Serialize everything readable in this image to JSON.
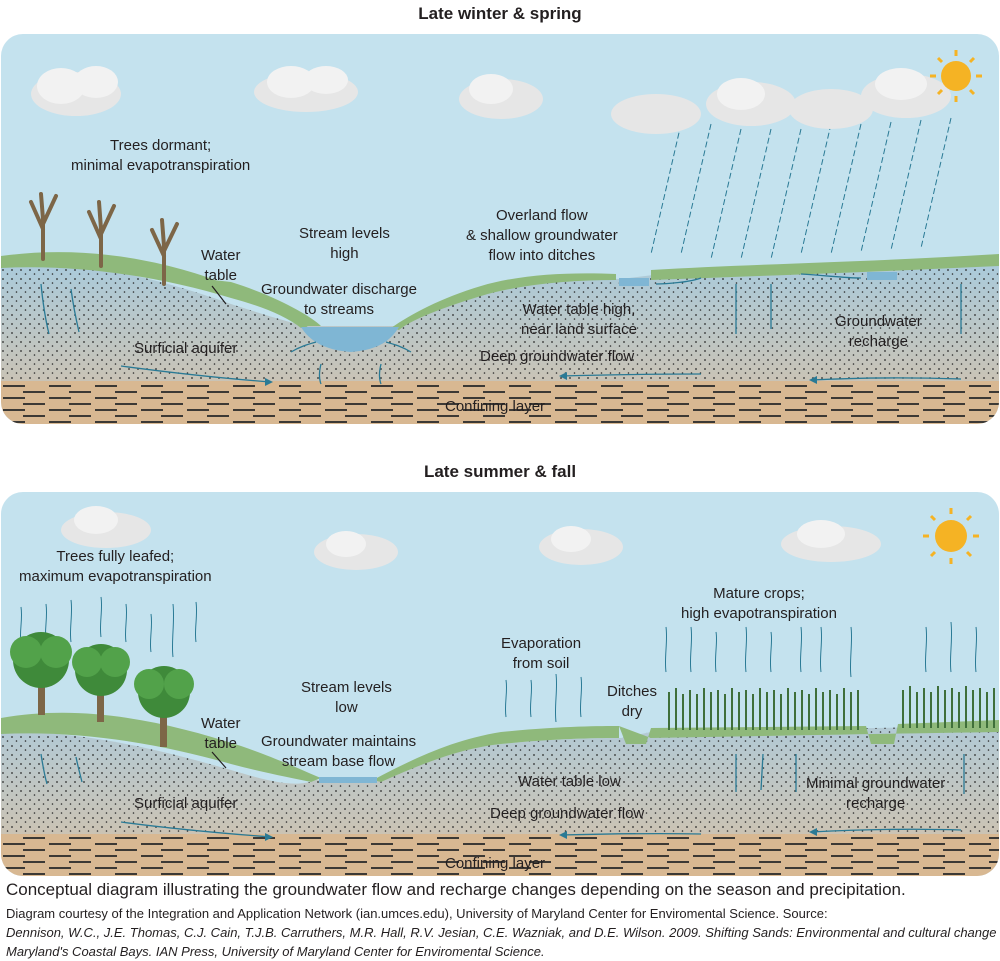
{
  "panels": [
    {
      "title": "Late winter & spring",
      "labels": {
        "trees": [
          "Trees dormant;",
          "minimal evapotranspiration"
        ],
        "water_table": [
          "Water",
          "table"
        ],
        "stream": [
          "Stream levels",
          "high"
        ],
        "discharge": [
          "Groundwater discharge",
          "to streams"
        ],
        "overland": [
          "Overland flow",
          "& shallow groundwater",
          "flow into ditches"
        ],
        "water_table_high": [
          "Water table high,",
          "near land surface"
        ],
        "recharge": [
          "Groundwater",
          "recharge"
        ],
        "surficial": "Surficial aquifer",
        "deep_flow": "Deep groundwater flow",
        "confining": "Confining layer"
      },
      "icons": [
        "cloud-icon",
        "sun-icon",
        "rain-icon",
        "bare-tree-icon"
      ]
    },
    {
      "title": "Late summer & fall",
      "labels": {
        "trees": [
          "Trees fully leafed;",
          "maximum evapotranspiration"
        ],
        "water_table": [
          "Water",
          "table"
        ],
        "stream": [
          "Stream levels",
          "low"
        ],
        "base_flow": [
          "Groundwater maintains",
          "stream base flow"
        ],
        "evaporation": [
          "Evaporation",
          "from soil"
        ],
        "ditches": [
          "Ditches",
          "dry"
        ],
        "crops": [
          "Mature crops;",
          "high evapotranspiration"
        ],
        "water_table_low": "Water table low",
        "min_recharge": [
          "Minimal groundwater",
          "recharge"
        ],
        "surficial": "Surficial aquifer",
        "deep_flow": "Deep groundwater flow",
        "confining": "Confining layer"
      },
      "icons": [
        "cloud-icon",
        "sun-icon",
        "leafy-tree-icon",
        "crop-icon",
        "evaporation-arrow-icon"
      ]
    }
  ],
  "caption": "Conceptual diagram illustrating the groundwater flow and recharge changes depending on the season and precipitation.",
  "credit": {
    "line1": "Diagram courtesy of the Integration and Application Network (ian.umces.edu), University of Maryland Center for Enviromental Science. Source:",
    "line2": "Dennison, W.C., J.E. Thomas, C.J. Cain, T.J.B. Carruthers,  M.R. Hall, R.V. Jesian, C.E. Wazniak, and D.E. Wilson. 2009. Shifting Sands: Environmental and cultural change in",
    "line3": "Maryland's Coastal Bays. IAN Press, University of Maryland Center for Enviromental Science."
  },
  "colors": {
    "sky": "#c4e2ee",
    "grass": "#8fb97b",
    "aquifer": "#b8cad2",
    "water": "#7fb6d4",
    "confining": "#d8b892",
    "arrow": "#2a7a95",
    "sun": "#f5b324"
  }
}
